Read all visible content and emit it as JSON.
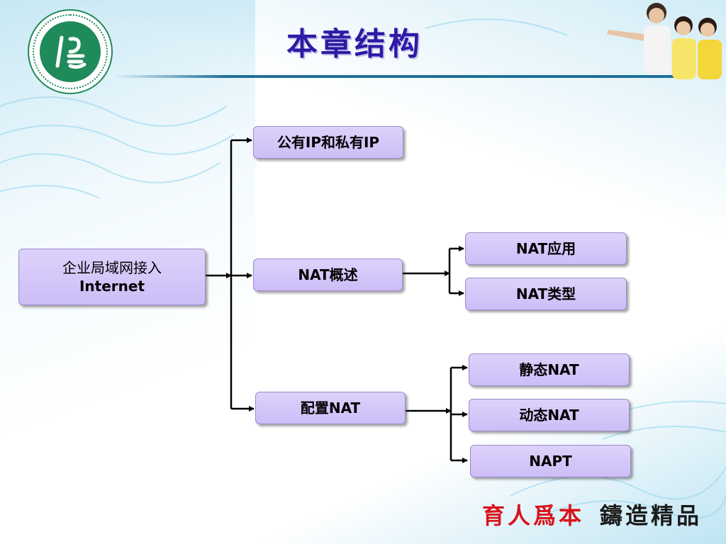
{
  "slide": {
    "title": "本章结构"
  },
  "diagram": {
    "root": {
      "line1": "企业局域网接入",
      "line2": "Internet"
    },
    "level1": [
      {
        "label": "公有IP和私有IP"
      },
      {
        "label": "NAT概述"
      },
      {
        "label": "配置NAT"
      }
    ],
    "nat_overview_children": [
      {
        "label": "NAT应用"
      },
      {
        "label": "NAT类型"
      }
    ],
    "config_nat_children": [
      {
        "label": "静态NAT"
      },
      {
        "label": "动态NAT"
      },
      {
        "label": "NAPT"
      }
    ]
  },
  "footer": {
    "slogan_red": "育人爲本",
    "slogan_dark": "鑄造精品"
  },
  "colors": {
    "title": "#2e1aa6",
    "node_fill": "#cdbdf7",
    "slogan_red": "#d8141c",
    "logo_green": "#1f8a5a"
  }
}
